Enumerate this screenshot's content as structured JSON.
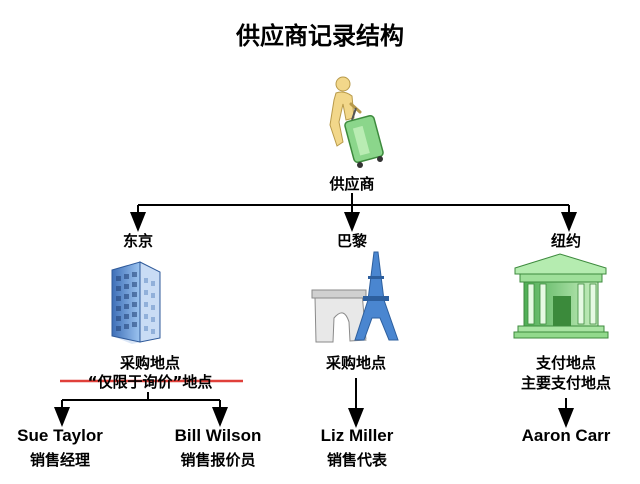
{
  "title": "供应商记录结构",
  "root": {
    "label": "供应商"
  },
  "branches": [
    {
      "city": "东京",
      "lines": [
        "采购地点",
        "“仅限于询价”地点"
      ],
      "struck_line": 1
    },
    {
      "city": "巴黎",
      "lines": [
        "采购地点"
      ]
    },
    {
      "city": "纽约",
      "lines": [
        "支付地点",
        "主要支付地点"
      ]
    }
  ],
  "people": [
    {
      "name": "Sue Taylor",
      "role": "销售经理"
    },
    {
      "name": "Bill Wilson",
      "role": "销售报价员"
    },
    {
      "name": "Liz Miller",
      "role": "销售代表"
    },
    {
      "name": "Aaron Carr",
      "role": ""
    }
  ],
  "colors": {
    "line": "#000000",
    "strike": "#e0403a",
    "building_blue": "#6aa0e0",
    "eiffel_blue": "#4a86d0",
    "bank_green": "#8fd98f"
  },
  "icons": {
    "root": "person-with-luggage-icon",
    "tokyo": "office-building-icon",
    "paris": "eiffel-tower-arch-icon",
    "newyork": "bank-building-icon"
  }
}
